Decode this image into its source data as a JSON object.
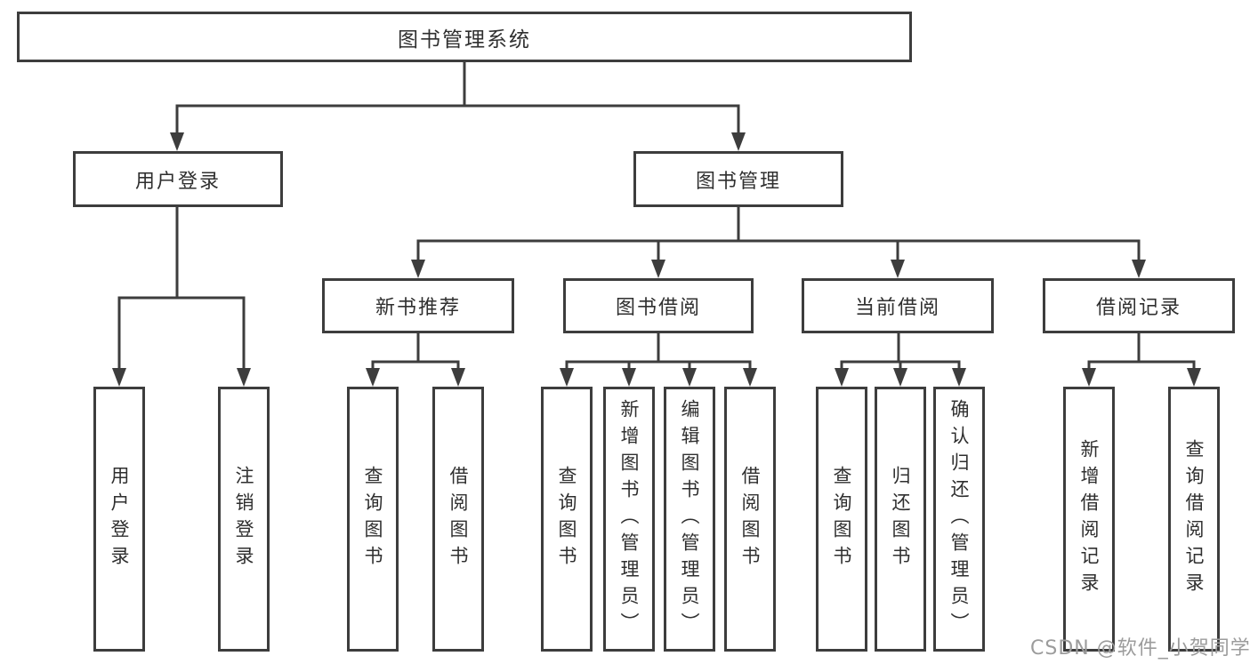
{
  "colors": {
    "line": "#3d3d3d",
    "ink": "#2f2f2f",
    "watermark": "#9c9c9c",
    "canvas": "#ffffff"
  },
  "watermark": "CSDN @软件_小贺同学",
  "tree": {
    "label": "图书管理系统",
    "children": [
      {
        "label": "用户登录",
        "children": [
          {
            "label": "用户登录"
          },
          {
            "label": "注销登录"
          }
        ]
      },
      {
        "label": "图书管理",
        "children": [
          {
            "label": "新书推荐",
            "children": [
              {
                "label": "查询图书"
              },
              {
                "label": "借阅图书"
              }
            ]
          },
          {
            "label": "图书借阅",
            "children": [
              {
                "label": "查询图书"
              },
              {
                "label": "新增图书（管理员）"
              },
              {
                "label": "编辑图书（管理员）"
              },
              {
                "label": "借阅图书"
              }
            ]
          },
          {
            "label": "当前借阅",
            "children": [
              {
                "label": "查询图书"
              },
              {
                "label": "归还图书"
              },
              {
                "label": "确认归还（管理员）"
              }
            ]
          },
          {
            "label": "借阅记录",
            "children": [
              {
                "label": "新增借阅记录"
              },
              {
                "label": "查询借阅记录"
              }
            ]
          }
        ]
      }
    ]
  }
}
